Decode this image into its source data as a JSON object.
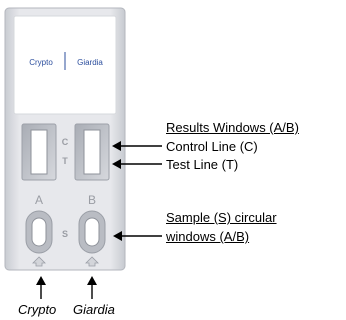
{
  "cassette": {
    "tags": {
      "left": "Crypto",
      "right": "Giardia"
    },
    "window_letters": {
      "c": "C",
      "t": "T"
    },
    "sample_letters": {
      "a": "A",
      "b": "B",
      "s": "S"
    }
  },
  "annotations": {
    "results_windows": "Results Windows (A/B)",
    "control_line": "Control Line (C)",
    "test_line": "Test Line (T)",
    "sample_line1": "Sample (S) circular",
    "sample_line2": "windows (A/B)"
  },
  "captions": {
    "crypto": "Crypto",
    "giardia": "Giardia"
  },
  "colors": {
    "cassette_fill": "#e4e5e9",
    "cassette_edge": "#b9bcc3",
    "label_blue": "#2d4f9e",
    "embossed_text": "#9a9da4"
  }
}
